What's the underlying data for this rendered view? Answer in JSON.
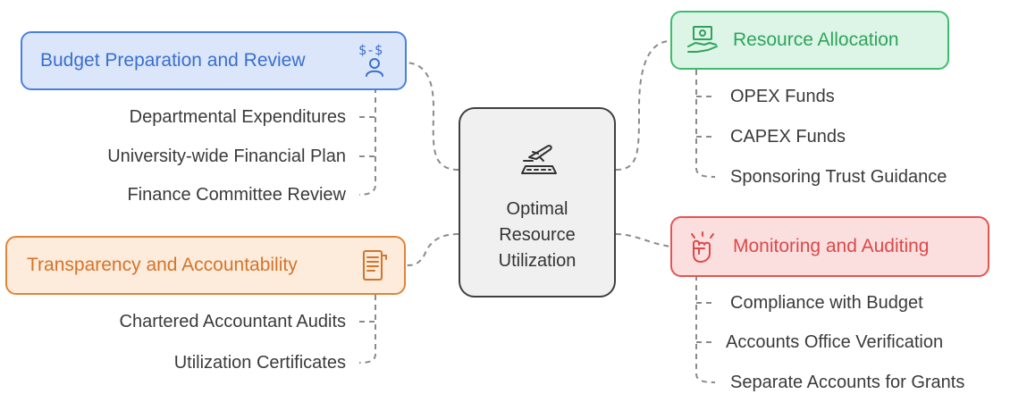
{
  "center": {
    "lines": [
      "Optimal",
      "Resource",
      "Utilization"
    ],
    "icon": "ticket-plane-icon"
  },
  "branches": {
    "budget": {
      "label": "Budget Preparation and Review",
      "icon": "budget-review-icon",
      "color": "#4a80dd",
      "fill": "#dbe6fb",
      "items": [
        "Departmental Expenditures",
        "University-wide Financial Plan",
        "Finance Committee Review"
      ]
    },
    "transparency": {
      "label": "Transparency and Accountability",
      "icon": "document-list-icon",
      "color": "#e0843a",
      "fill": "#fdebdb",
      "items": [
        "Chartered Accountant Audits",
        "Utilization Certificates"
      ]
    },
    "allocation": {
      "label": "Resource Allocation",
      "icon": "money-hand-icon",
      "color": "#3dbb6e",
      "fill": "#dcf5e6",
      "items": [
        "OPEX Funds",
        "CAPEX Funds",
        "Sponsoring Trust Guidance"
      ]
    },
    "monitoring": {
      "label": "Monitoring and Auditing",
      "icon": "fist-icon",
      "color": "#e55353",
      "fill": "#fbdfdf",
      "items": [
        "Compliance with Budget",
        "Accounts Office Verification",
        "Separate Accounts for Grants"
      ]
    }
  }
}
